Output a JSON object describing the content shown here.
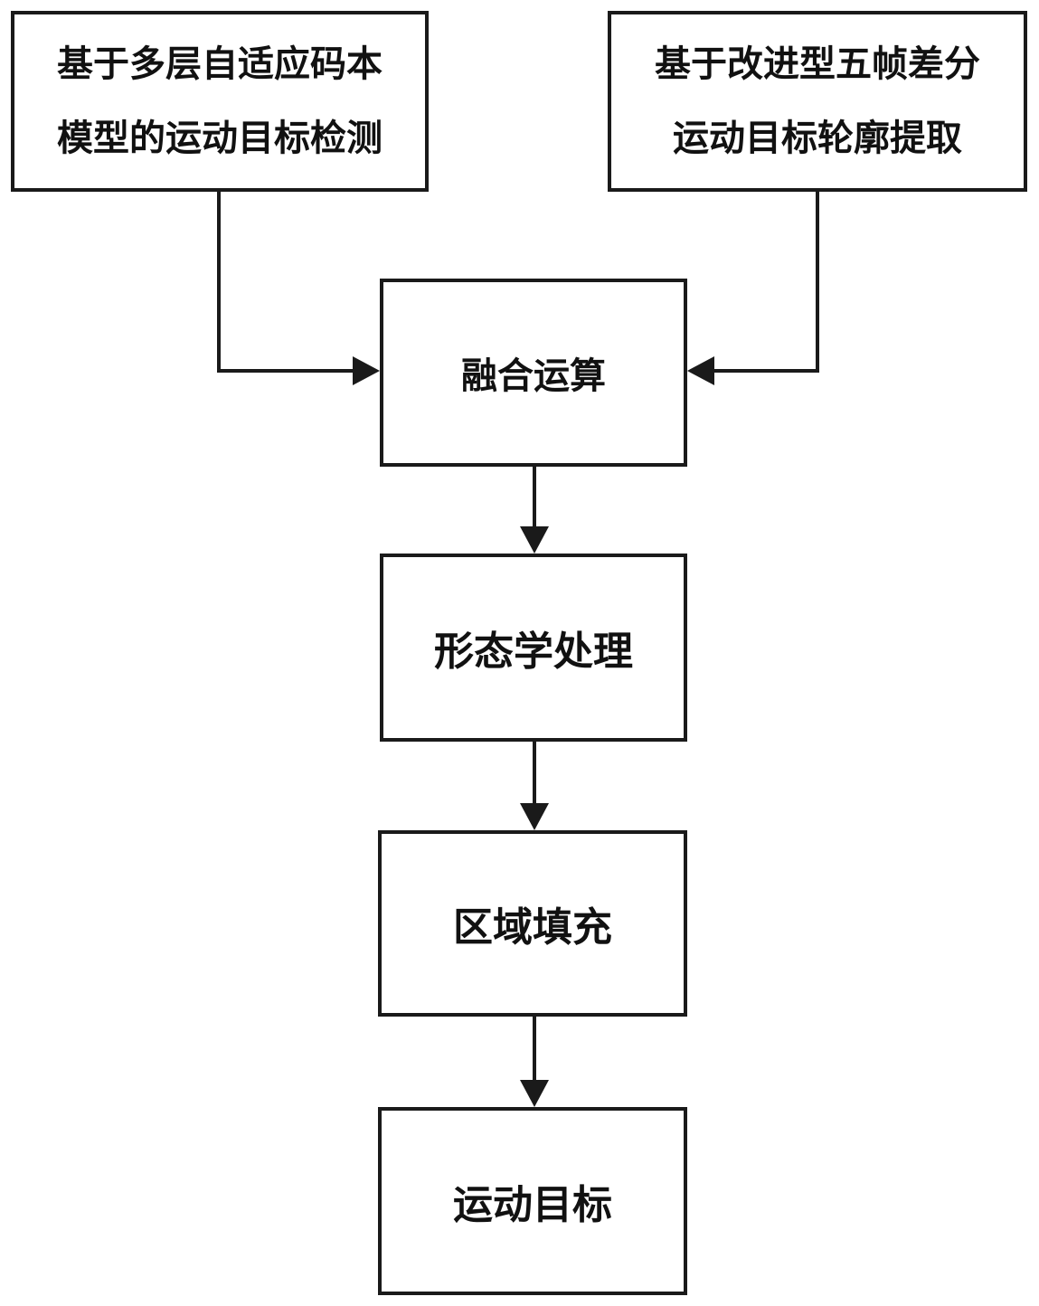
{
  "nodes": {
    "codebook_detection": {
      "line1": "基于多层自适应码本",
      "line2": "模型的运动目标检测"
    },
    "five_frame_difference": {
      "line1": "基于改进型五帧差分",
      "line2": "运动目标轮廓提取"
    },
    "fusion": {
      "label": "融合运算"
    },
    "morphology": {
      "label": "形态学处理"
    },
    "region_fill": {
      "label": "区域填充"
    },
    "moving_target": {
      "label": "运动目标"
    }
  },
  "edges": [
    {
      "from": "codebook_detection",
      "to": "fusion"
    },
    {
      "from": "five_frame_difference",
      "to": "fusion"
    },
    {
      "from": "fusion",
      "to": "morphology"
    },
    {
      "from": "morphology",
      "to": "region_fill"
    },
    {
      "from": "region_fill",
      "to": "moving_target"
    }
  ],
  "colors": {
    "stroke": "#1a1a1a",
    "text": "#111111",
    "background": "#ffffff"
  }
}
